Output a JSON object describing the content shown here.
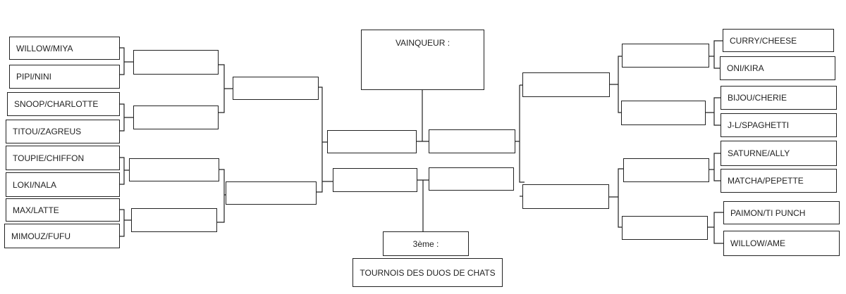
{
  "bracket": {
    "left_teams": [
      "WILLOW/MIYA",
      "PIPI/NINI",
      "SNOOP/CHARLOTTE",
      "TITOU/ZAGREUS",
      "TOUPIE/CHIFFON",
      "LOKI/NALA",
      "MAX/LATTE",
      "MIMOUZ/FUFU"
    ],
    "right_teams": [
      "CURRY/CHEESE",
      "ONI/KIRA",
      "BIJOU/CHERIE",
      "J-L/SPAGHETTI",
      "SATURNE/ALLY",
      "MATCHA/PEPETTE",
      "PAIMON/TI PUNCH",
      "WILLOW/AME"
    ],
    "winner_label": "VAINQUEUR :",
    "third_label": "3ème :",
    "title": "TOURNOIS DES DUOS DE CHATS"
  }
}
